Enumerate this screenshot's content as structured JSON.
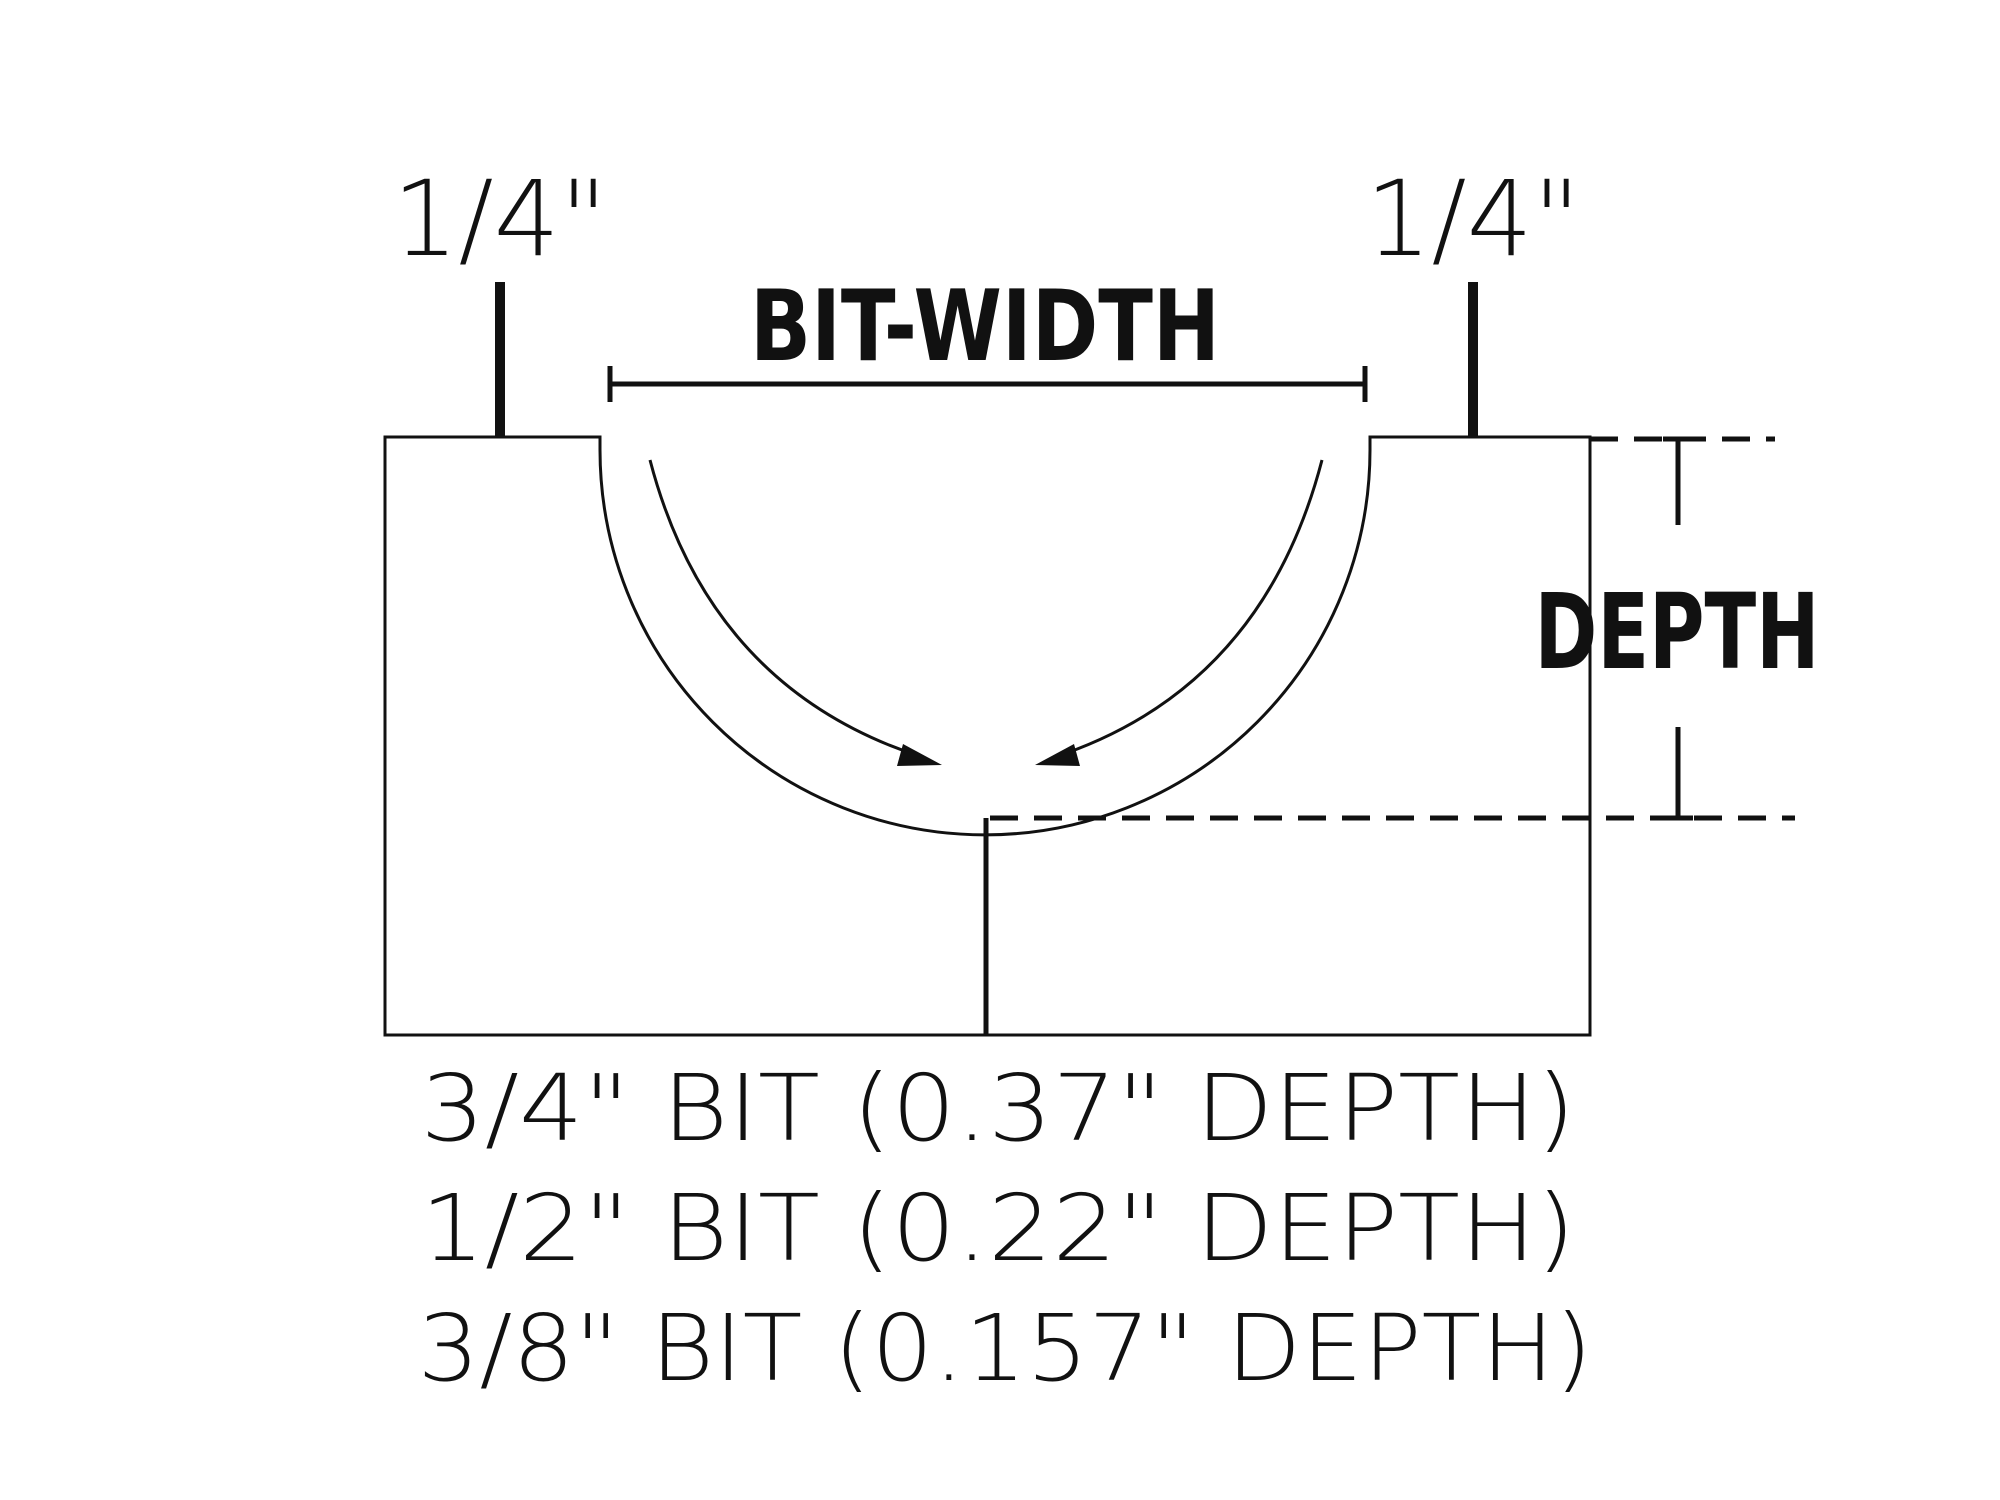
{
  "labels": {
    "left_margin": "1/4\"",
    "right_margin": "1/4\"",
    "bit_width": "BIT-WIDTH",
    "depth": "DEPTH"
  },
  "bit_depths": [
    {
      "text": "3/4\" BIT (0.37\" DEPTH)"
    },
    {
      "text": "1/2\" BIT (0.22\" DEPTH)"
    },
    {
      "text": "3/8\" BIT (0.157\" DEPTH)"
    }
  ],
  "colors": {
    "stroke": "#111111",
    "background": "#ffffff"
  }
}
